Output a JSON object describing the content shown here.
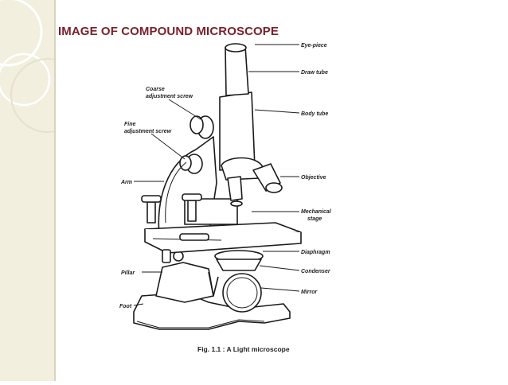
{
  "slide": {
    "title": "IMAGE OF COMPOUND MICROSCOPE",
    "title_color": "#7a1f2a",
    "background": "#ffffff",
    "band_color": "#f2efdf"
  },
  "diagram": {
    "labels": {
      "eye_piece": "Eye-piece",
      "draw_tube": "Draw tube",
      "coarse_1": "Coarse",
      "coarse_2": "adjustment screw",
      "body_tube": "Body tube",
      "fine_1": "Fine",
      "fine_2": "adjustment screw",
      "arm": "Arm",
      "objective": "Objective",
      "mech_1": "Mechanical",
      "mech_2": "stage",
      "diaphragm": "Diaphragm",
      "condenser": "Condenser",
      "pillar": "Pillar",
      "mirror": "Mirror",
      "foot": "Foot"
    },
    "caption": "Fig. 1.1 : A Light microscope"
  }
}
